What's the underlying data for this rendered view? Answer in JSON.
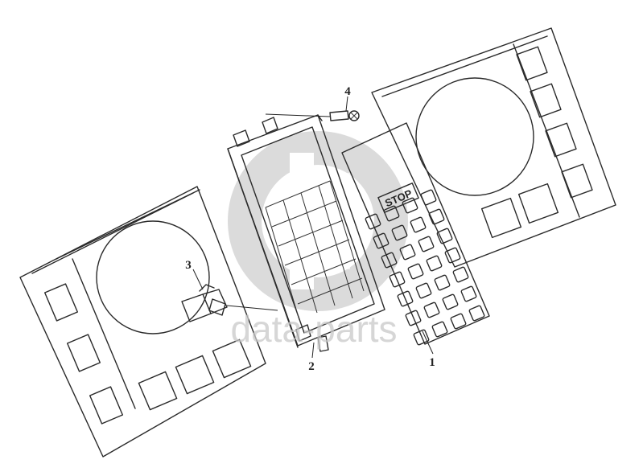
{
  "diagram": {
    "callouts": [
      {
        "id": "1",
        "text": "1"
      },
      {
        "id": "2",
        "text": "2"
      },
      {
        "id": "3",
        "text": "3"
      },
      {
        "id": "4",
        "text": "4"
      }
    ],
    "keypad_label": "STOP",
    "watermark": "data-parts"
  }
}
